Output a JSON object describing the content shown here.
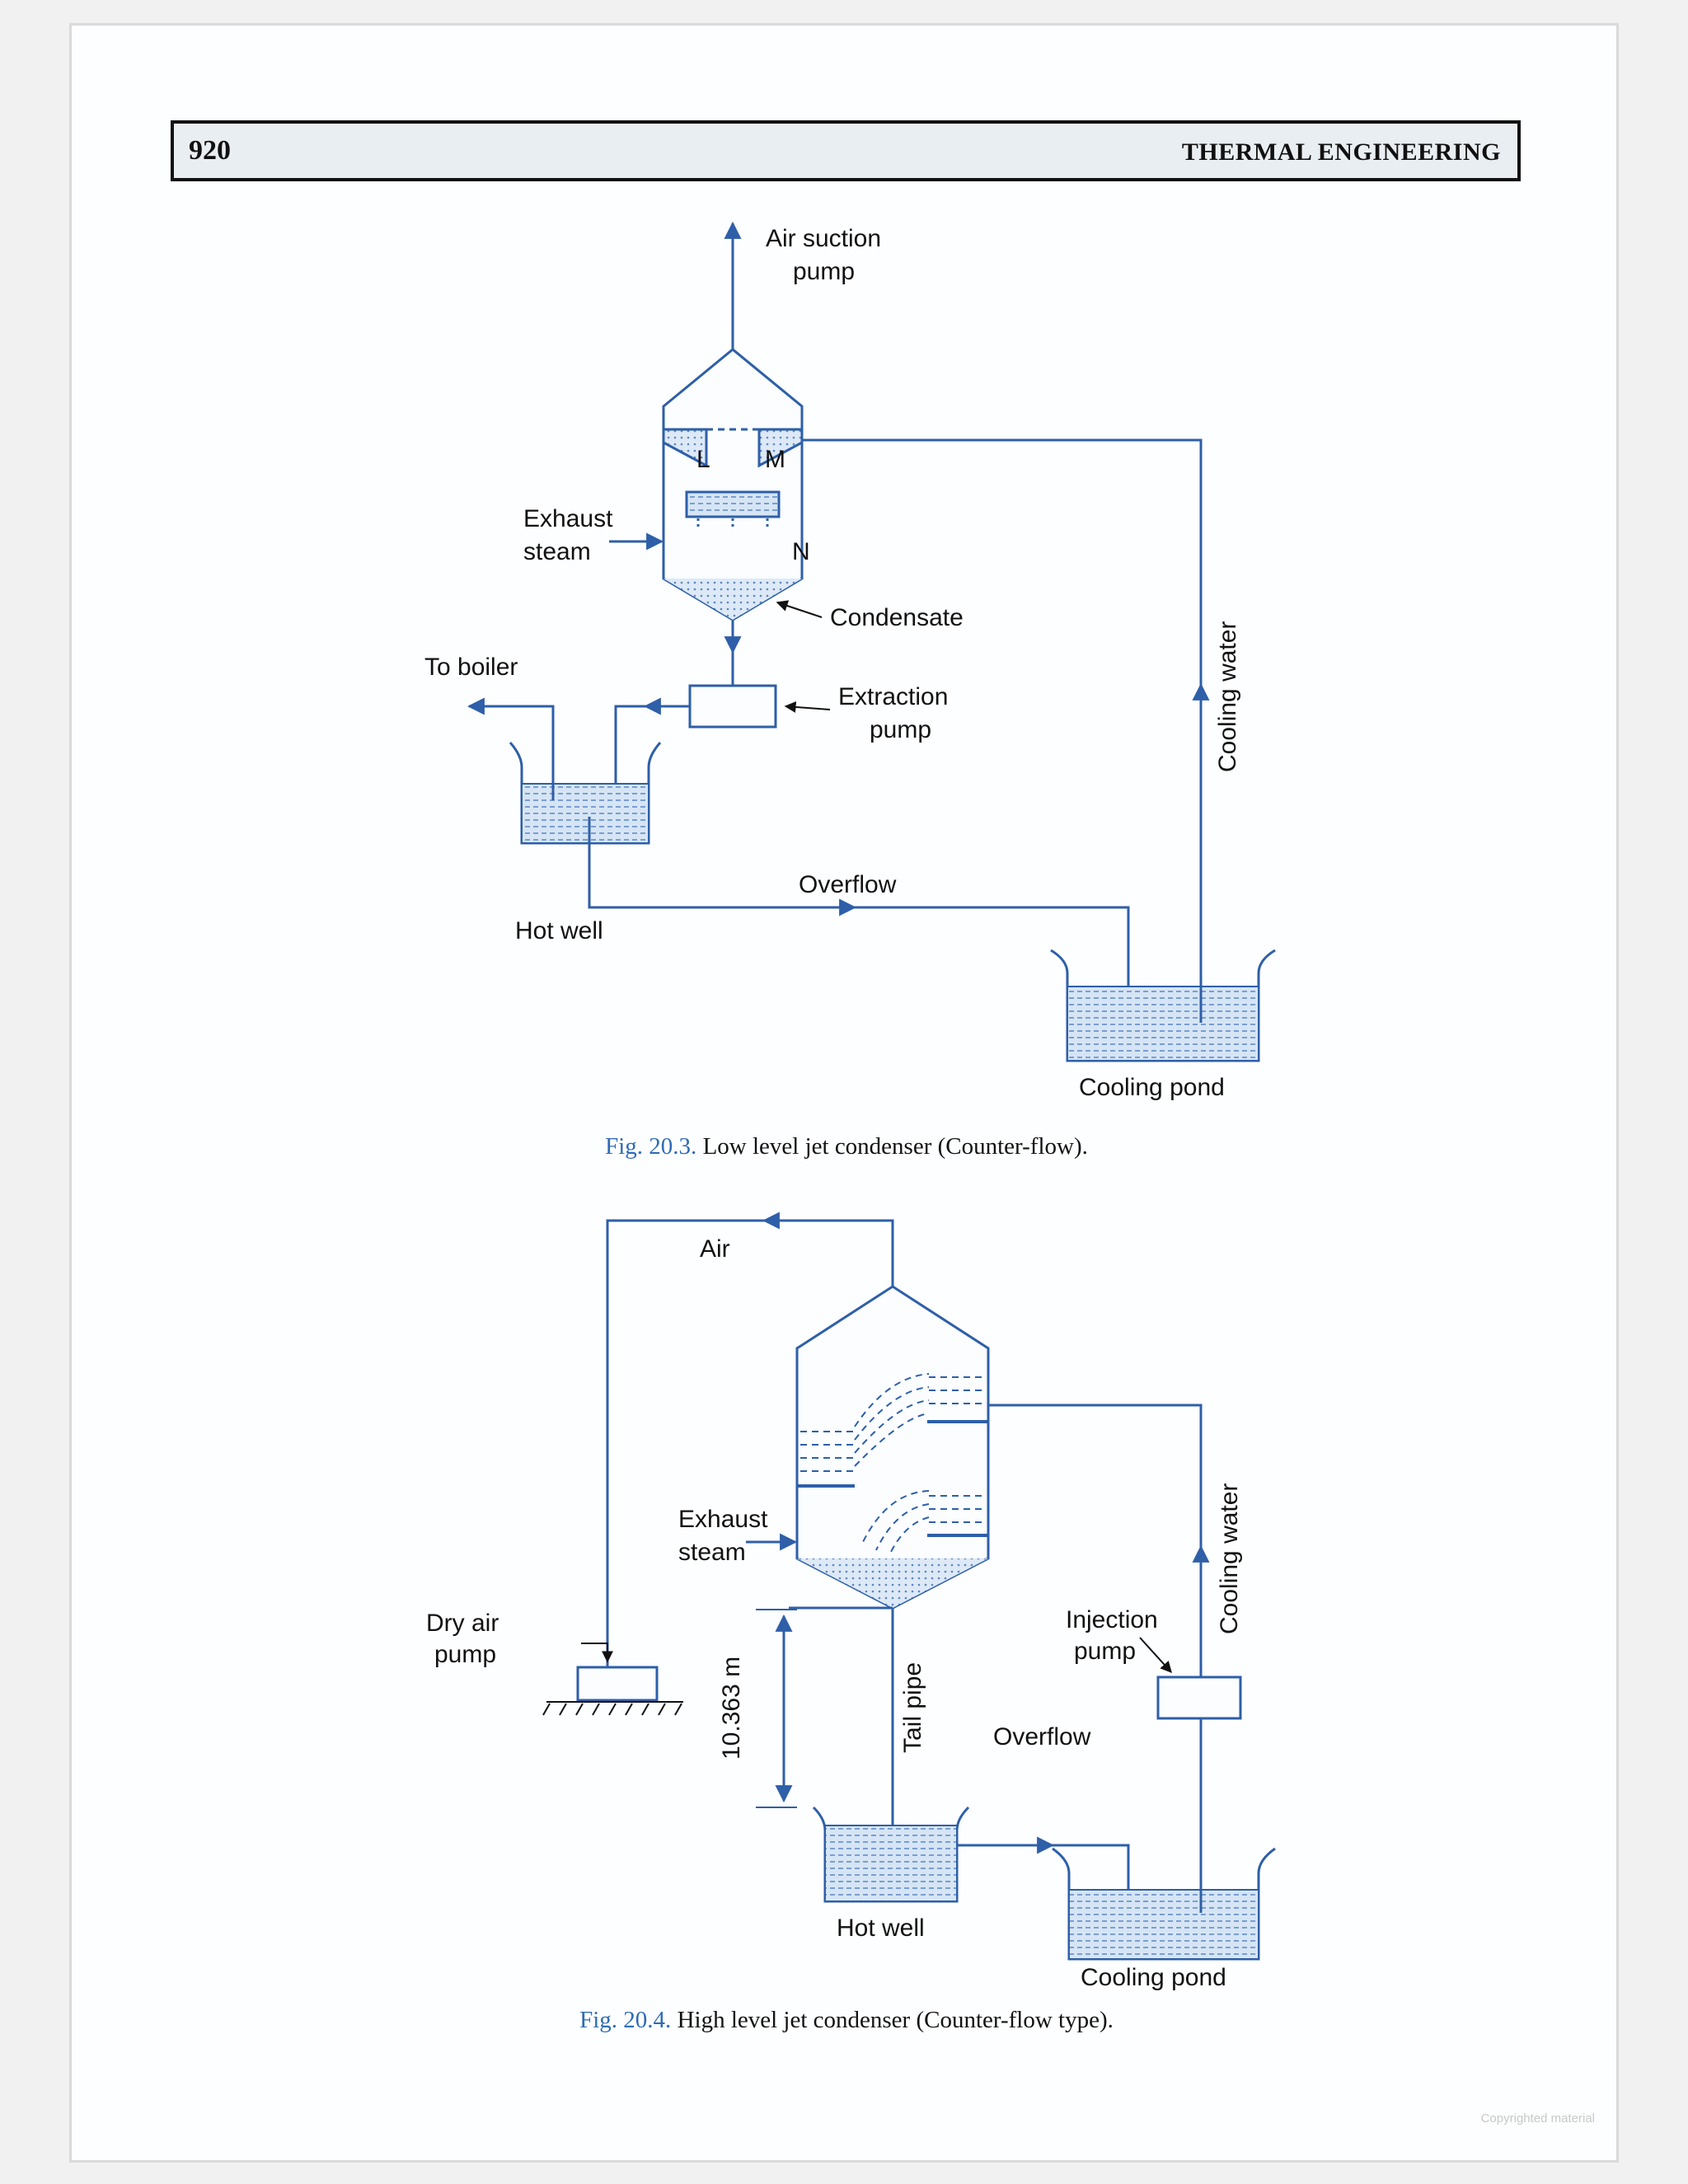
{
  "header": {
    "page_number": "920",
    "running_title": "THERMAL ENGINEERING"
  },
  "figure1": {
    "labels": {
      "air_suction_pump_1": "Air suction",
      "air_suction_pump_2": "pump",
      "L": "L",
      "M": "M",
      "N": "N",
      "exhaust_steam_1": "Exhaust",
      "exhaust_steam_2": "steam",
      "condensate": "Condensate",
      "to_boiler": "To boiler",
      "extraction_pump_1": "Extraction",
      "extraction_pump_2": "pump",
      "cooling_water": "Cooling water",
      "overflow": "Overflow",
      "hot_well": "Hot well",
      "cooling_pond": "Cooling pond"
    },
    "caption_number": "Fig. 20.3.",
    "caption_text": " Low level jet condenser (Counter-flow)."
  },
  "figure2": {
    "labels": {
      "air": "Air",
      "exhaust_steam_1": "Exhaust",
      "exhaust_steam_2": "steam",
      "dry_air_pump_1": "Dry air",
      "dry_air_pump_2": "pump",
      "height": "10.363 m",
      "tail_pipe": "Tail pipe",
      "injection_pump_1": "Injection",
      "injection_pump_2": "pump",
      "cooling_water": "Cooling water",
      "overflow": "Overflow",
      "hot_well": "Hot well",
      "cooling_pond": "Cooling pond"
    },
    "caption_number": "Fig. 20.4.",
    "caption_text": " High level jet condenser (Counter-flow type)."
  },
  "watermark": "Copyrighted material",
  "colors": {
    "line": "#2e5fa8",
    "water": "#cfe0f3",
    "caption_accent": "#2e6bb5"
  }
}
